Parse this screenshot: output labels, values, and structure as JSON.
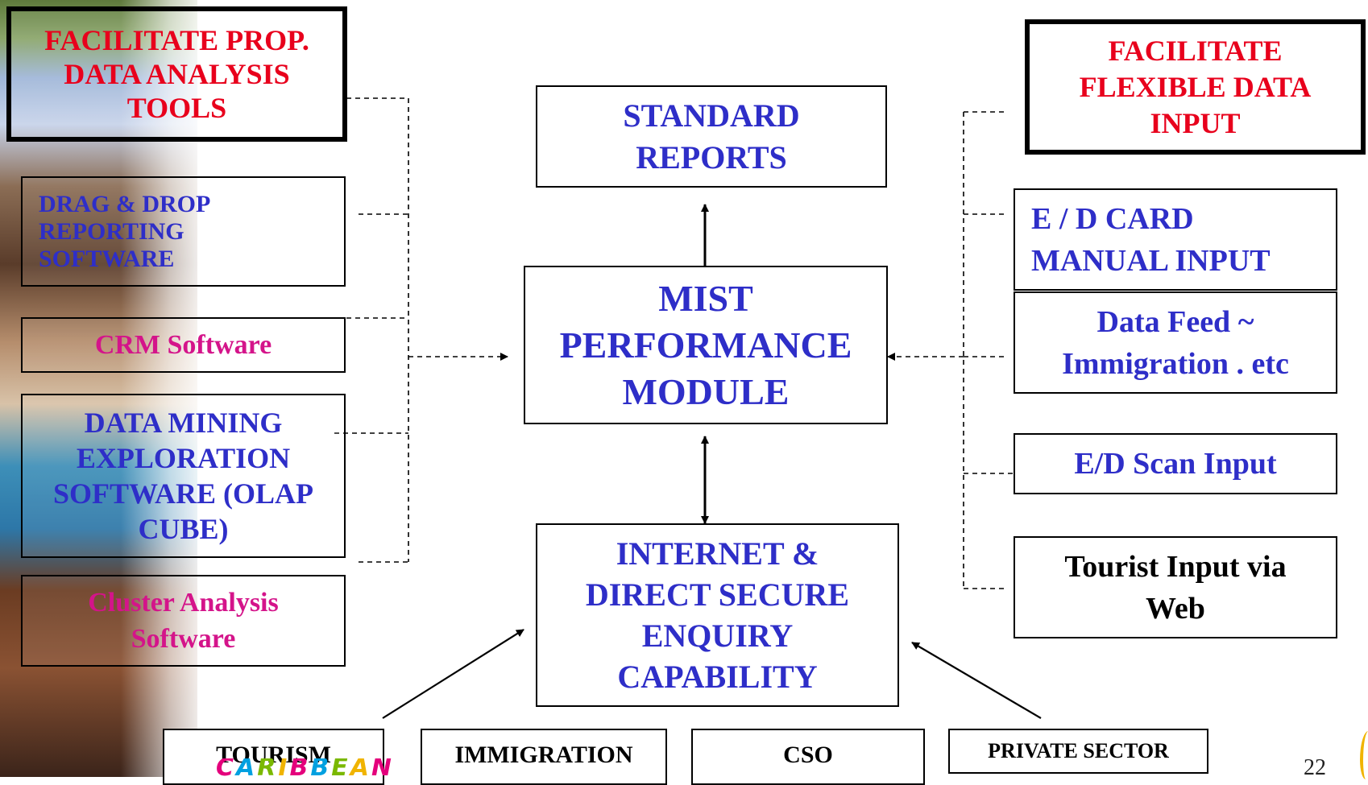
{
  "left_header": "FACILITATE PROP.\nDATA ANALYSIS\nTOOLS",
  "right_header": "FACILITATE\nFLEXIBLE DATA\nINPUT",
  "left_tools": [
    "DRAG & DROP\nREPORTING\nSOFTWARE",
    "CRM Software",
    "DATA MINING\nEXPLORATION\nSOFTWARE (OLAP\nCUBE)",
    "Cluster Analysis\nSoftware"
  ],
  "center": {
    "reports": "STANDARD\nREPORTS",
    "module": "MIST\nPERFORMANCE\nMODULE",
    "enquiry": "INTERNET &\nDIRECT SECURE\nENQUIRY\nCAPABILITY"
  },
  "right_inputs": [
    "E / D CARD\nMANUAL INPUT",
    "Data Feed ~\nImmigration . etc",
    "E/D Scan Input",
    "Tourist Input via\nWeb"
  ],
  "bottom_sectors": [
    "TOURISM",
    "IMMIGRATION",
    "CSO",
    "PRIVATE SECTOR"
  ],
  "logo_text": "CARIBBEAN",
  "page_number": "22",
  "colors": {
    "header_red": "#e8001c",
    "body_blue": "#2e2ec8",
    "accent_pink": "#d4148a",
    "logo_multicolor": [
      "#e4007c",
      "#00a0e0",
      "#7ab800",
      "#f0b400"
    ]
  }
}
